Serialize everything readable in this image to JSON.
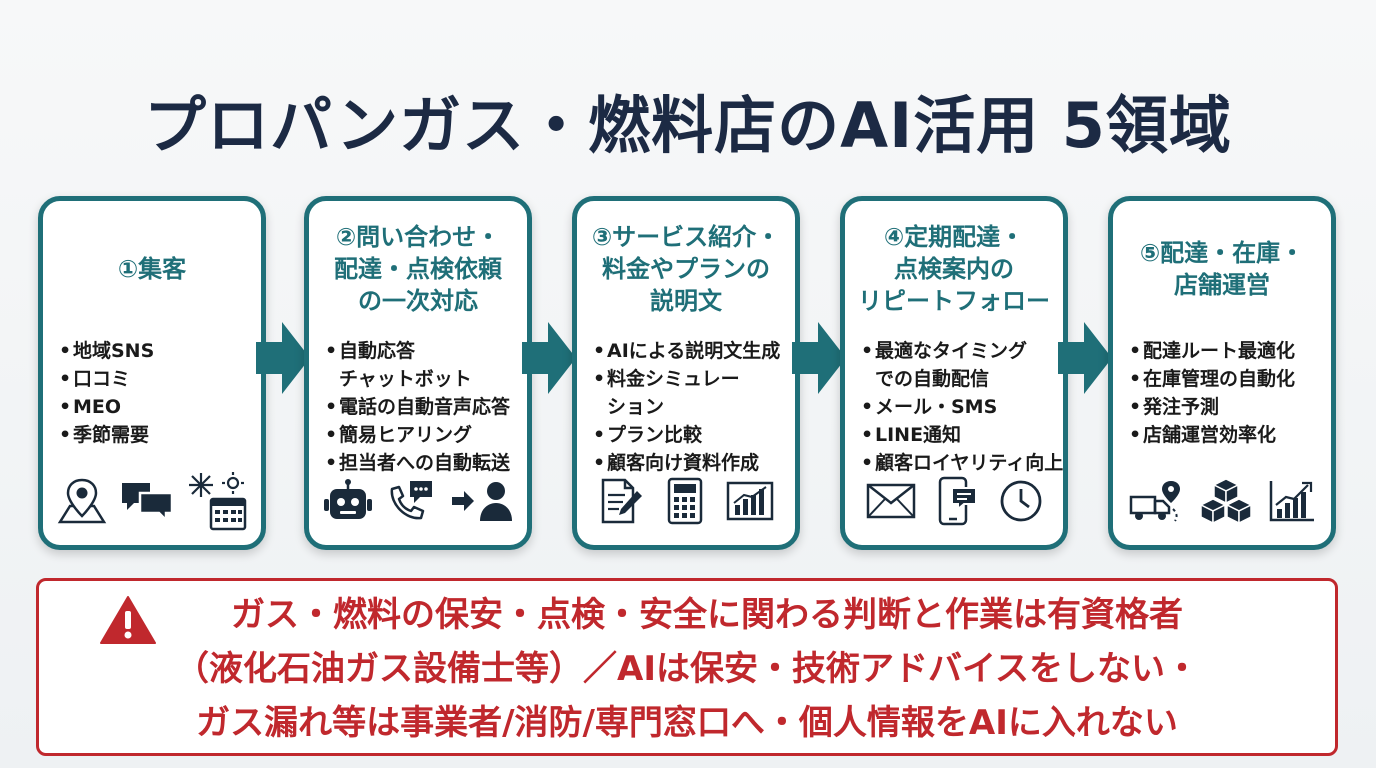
{
  "title": "プロパンガス・燃料店のAI活用 5領域",
  "colors": {
    "accent": "#1f6f78",
    "title": "#1c2a44",
    "warning": "#c0282d"
  },
  "cards": [
    {
      "heading": [
        "①集客"
      ],
      "bullets": [
        "地域SNS",
        "口コミ",
        "MEO",
        "季節需要"
      ],
      "icons": [
        "map-pin-icon",
        "chat-bubbles-icon",
        "snowflake-sun-calendar-icon"
      ]
    },
    {
      "heading": [
        "②問い合わせ・",
        "配達・点検依頼",
        "の一次対応"
      ],
      "bullets": [
        "自動応答",
        "チャットボット",
        "電話の自動音声応答",
        "簡易ヒアリング",
        "担当者への自動転送"
      ],
      "icons": [
        "robot-icon",
        "phone-chat-icon",
        "transfer-person-icon"
      ]
    },
    {
      "heading": [
        "③サービス紹介・",
        "料金やプランの",
        "説明文"
      ],
      "bullets": [
        "AIによる説明文生成",
        "料金シミュレー",
        "ション",
        "プラン比較",
        "顧客向け資料作成"
      ],
      "icons": [
        "document-pen-icon",
        "calculator-icon",
        "bar-chart-icon"
      ]
    },
    {
      "heading": [
        "④定期配達・",
        "点検案内の",
        "リピートフォロー"
      ],
      "bullets": [
        "最適なタイミング",
        "での自動配信",
        "メール・SMS",
        "LINE通知",
        "顧客ロイヤリティ向上"
      ],
      "icons": [
        "envelope-icon",
        "smartphone-message-icon",
        "clock-icon"
      ]
    },
    {
      "heading": [
        "⑤配達・在庫・",
        "店舗運営"
      ],
      "bullets": [
        "配達ルート最適化",
        "在庫管理の自動化",
        "発注予測",
        "店舗運営効率化"
      ],
      "icons": [
        "delivery-truck-route-icon",
        "boxes-icon",
        "growth-chart-icon"
      ]
    }
  ],
  "notice": {
    "icon": "warning-triangle-icon",
    "lines": [
      "ガス・燃料の保安・点検・安全に関わる判断と作業は有資格者",
      "（液化石油ガス設備士等）／AIは保安・技術アドバイスをしない・",
      "ガス漏れ等は事業者/消防/専門窓口へ・個人情報をAIに入れない"
    ]
  }
}
